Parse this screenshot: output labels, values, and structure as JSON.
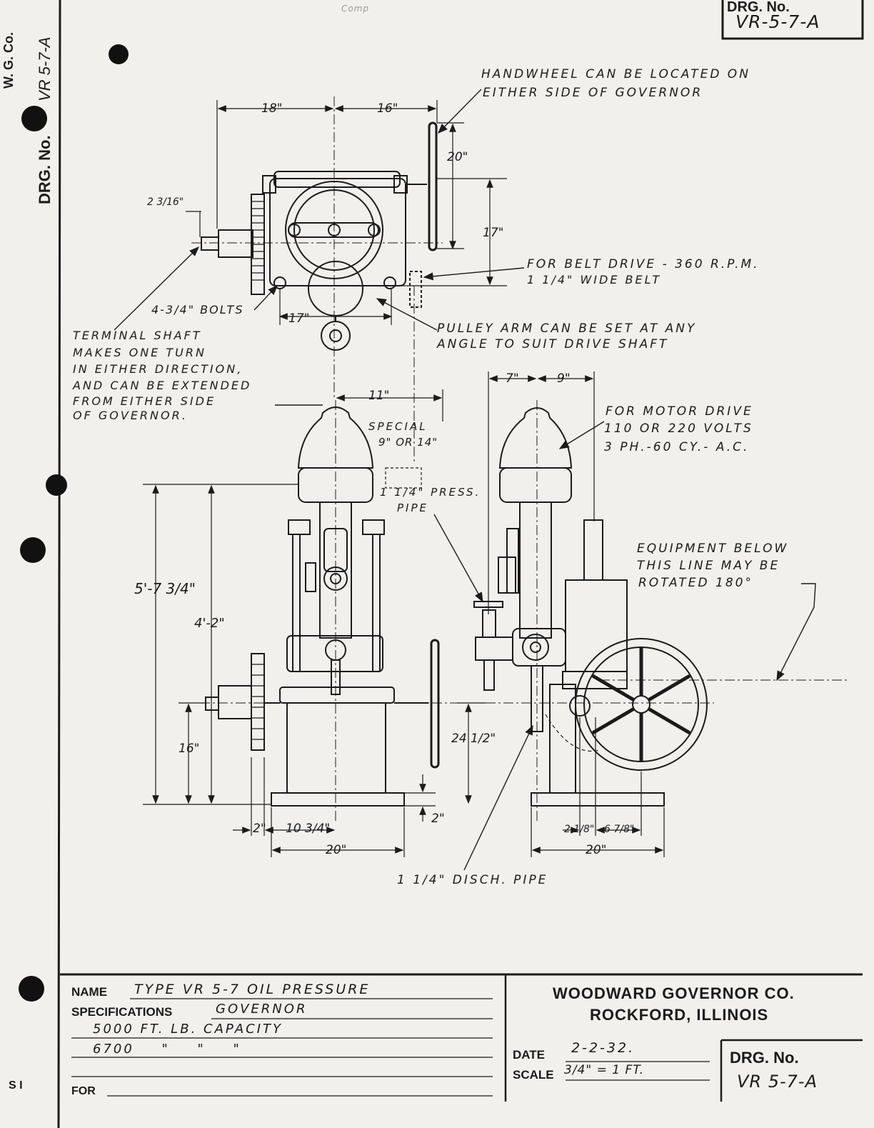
{
  "margin": {
    "company": "W. G. Co.",
    "drg_label": "DRG. No.",
    "drg_number": "VR 5-7-A",
    "sheet_mark": "S I"
  },
  "header": {
    "drg_label": "DRG. No.",
    "drg_number": "VR-5-7-A",
    "faint_note": "Comp"
  },
  "top_view": {
    "dims": {
      "d18": "18\"",
      "d16": "16\"",
      "d20": "20\"",
      "d17v": "17\"",
      "d17h": "17\"",
      "shaft_dia": "2 3/16\""
    },
    "notes": {
      "handwheel": [
        "HANDWHEEL CAN BE LOCATED ON",
        "EITHER SIDE OF GOVERNOR"
      ],
      "belt_drive": [
        "FOR BELT DRIVE - 360 R.P.M.",
        "1 1/4\" WIDE BELT"
      ],
      "bolts": "4-3/4\" BOLTS",
      "pulley_arm": [
        "PULLEY ARM CAN BE SET AT ANY",
        "ANGLE TO SUIT DRIVE SHAFT"
      ],
      "terminal_shaft": [
        "TERMINAL SHAFT",
        "MAKES ONE TURN",
        "IN EITHER DIRECTION,",
        "AND CAN BE EXTENDED",
        "FROM EITHER SIDE",
        "OF GOVERNOR."
      ]
    }
  },
  "front_view": {
    "dims": {
      "d11": "11\"",
      "overall_height": "5'-7 3/4\"",
      "d4_2": "4'-2\"",
      "d16": "16\"",
      "d2_left": "2\"",
      "d10_3_4": "10 3/4\"",
      "d20": "20\"",
      "d2_base": "2\""
    },
    "notes": {
      "special": [
        "SPECIAL",
        "9\" OR 14\""
      ],
      "press_pipe": [
        "1 1/4\" PRESS.",
        "PIPE"
      ],
      "disch_pipe": "1 1/4\" DISCH. PIPE"
    }
  },
  "side_view": {
    "dims": {
      "d7": "7\"",
      "d9": "9\"",
      "d24_1_2": "24 1/2\"",
      "d2_1_8": "2 1/8\"",
      "d6_7_8": "6 7/8\"",
      "d20": "20\""
    },
    "notes": {
      "motor_drive": [
        "FOR MOTOR DRIVE",
        "110 OR 220 VOLTS",
        "3 PH.-60 CY.- A.C."
      ],
      "equipment": [
        "EQUIPMENT BELOW",
        "THIS LINE MAY BE",
        "ROTATED 180°"
      ]
    }
  },
  "title_block": {
    "name_label": "NAME",
    "name_value": "TYPE VR 5-7 OIL PRESSURE",
    "spec_label": "SPECIFICATIONS",
    "spec_lines": [
      "GOVERNOR",
      "5000 FT. LB. CAPACITY",
      "6700 \" \" \""
    ],
    "for_label": "FOR",
    "company": "WOODWARD GOVERNOR CO.",
    "city": "ROCKFORD, ILLINOIS",
    "date_label": "DATE",
    "date_value": "2-2-32.",
    "scale_label": "SCALE",
    "scale_value": "3/4\" = 1 FT.",
    "drg_label": "DRG. No.",
    "drg_value": "VR 5-7-A"
  }
}
